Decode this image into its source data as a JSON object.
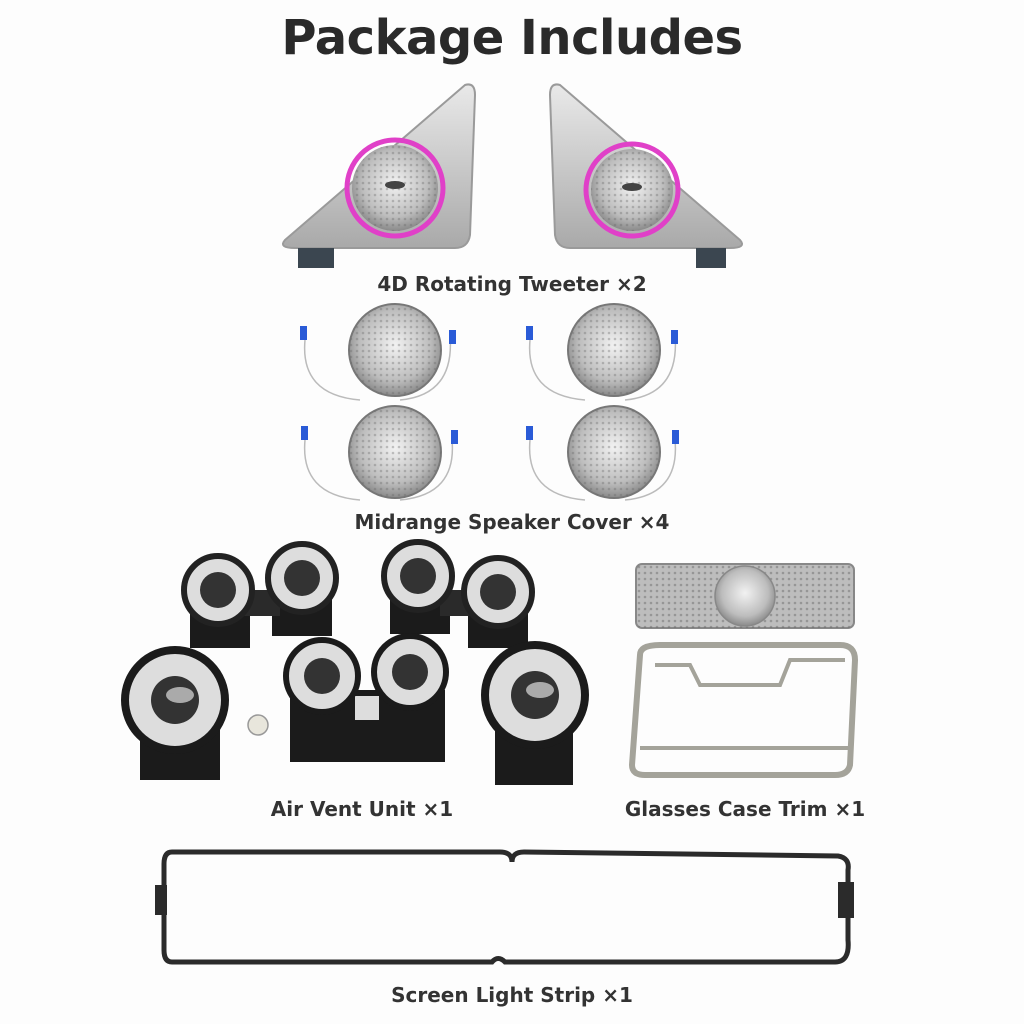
{
  "page": {
    "title": "Package Includes"
  },
  "items": [
    {
      "id": "tweeter",
      "caption": "4D Rotating Tweeter ×2",
      "quantity": 2
    },
    {
      "id": "midrange",
      "caption": "Midrange Speaker Cover ×4",
      "quantity": 4
    },
    {
      "id": "air-vent",
      "caption": "Air Vent Unit ×1",
      "quantity": 1
    },
    {
      "id": "glasses-case",
      "caption": "Glasses Case Trim ×1",
      "quantity": 1
    },
    {
      "id": "light-strip",
      "caption": "Screen Light Strip ×1",
      "quantity": 1
    }
  ],
  "colors": {
    "accent_glow": "#e040c8",
    "connector_blue": "#2a5bd7",
    "metal": "#c8c8c8",
    "dark": "#1b1b1b"
  }
}
